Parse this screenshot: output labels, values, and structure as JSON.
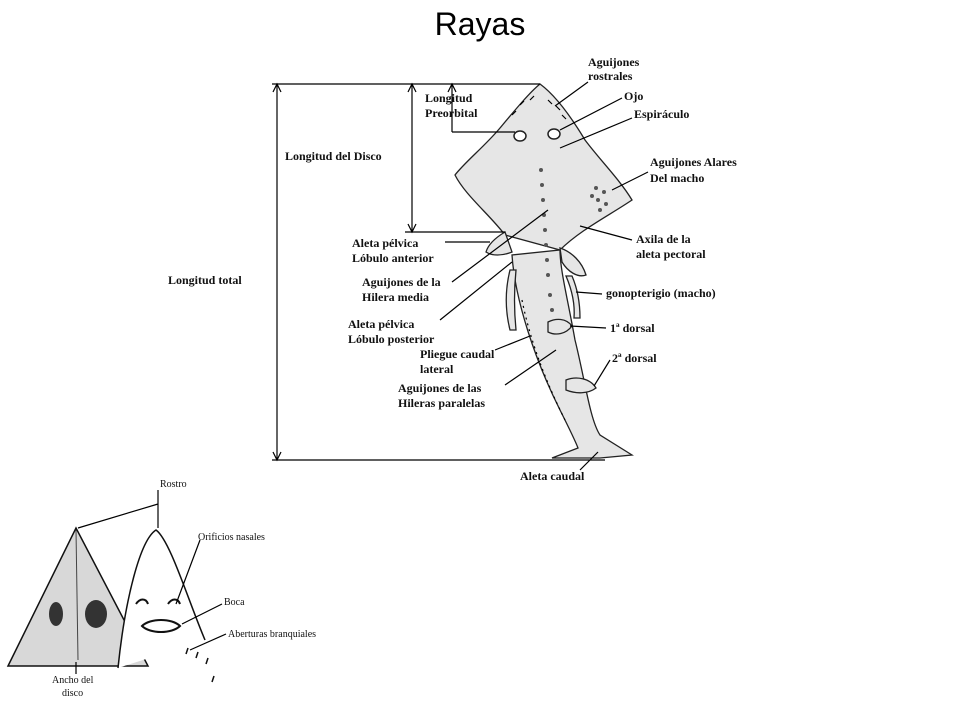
{
  "title": "Rayas",
  "main_labels": {
    "aguijones_rostrales": [
      "Aguijones",
      "rostrales"
    ],
    "ojo": "Ojo",
    "espiraculo": "Espiráculo",
    "aguijones_alares": [
      "Aguijones  Alares",
      "Del macho"
    ],
    "axila": [
      "Axila de la",
      "aleta pectoral"
    ],
    "gonopterigio": "gonopterigio (macho)",
    "primera_dorsal": "1ª dorsal",
    "segunda_dorsal": "2ª dorsal",
    "aleta_caudal": "Aleta caudal",
    "longitud_preorbital": [
      "Longitud",
      "Preorbital"
    ],
    "longitud_disco": "Longitud del Disco",
    "longitud_total": "Longitud total",
    "pelvica_anterior": [
      "Aleta pélvica",
      "Lóbulo anterior"
    ],
    "hilera_media": [
      "Aguijones de la",
      "Hilera media"
    ],
    "pelvica_posterior": [
      "Aleta pélvica",
      "Lóbulo posterior"
    ],
    "pliegue": [
      "Pliegue caudal",
      "lateral"
    ],
    "hileras_paralelas": [
      "Aguijones de las",
      "Hileras paralelas"
    ]
  },
  "inset_labels": {
    "rostro": "Rostro",
    "orificios": "Orificios nasales",
    "boca": "Boca",
    "aberturas": "Aberturas branquiales",
    "ancho": [
      "Ancho del",
      "disco"
    ]
  }
}
